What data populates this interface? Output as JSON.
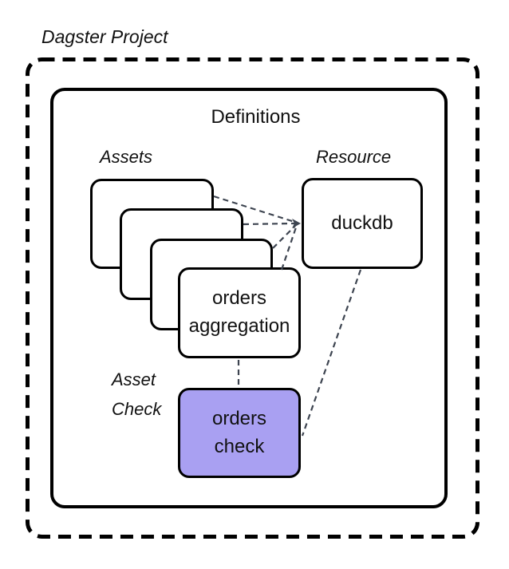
{
  "diagram": {
    "project_label": "Dagster Project",
    "definitions_label": "Definitions",
    "assets_label": "Assets",
    "resource_label": "Resource",
    "asset_check_label": "Asset\nCheck",
    "cards": {
      "asset_front": "orders\naggregation",
      "resource": "duckdb",
      "asset_check": "orders\ncheck"
    },
    "colors": {
      "border": "#000000",
      "check_card_fill": "#a9a0f2",
      "connector": "#3d4450",
      "background": "#ffffff",
      "text": "#111111"
    }
  }
}
